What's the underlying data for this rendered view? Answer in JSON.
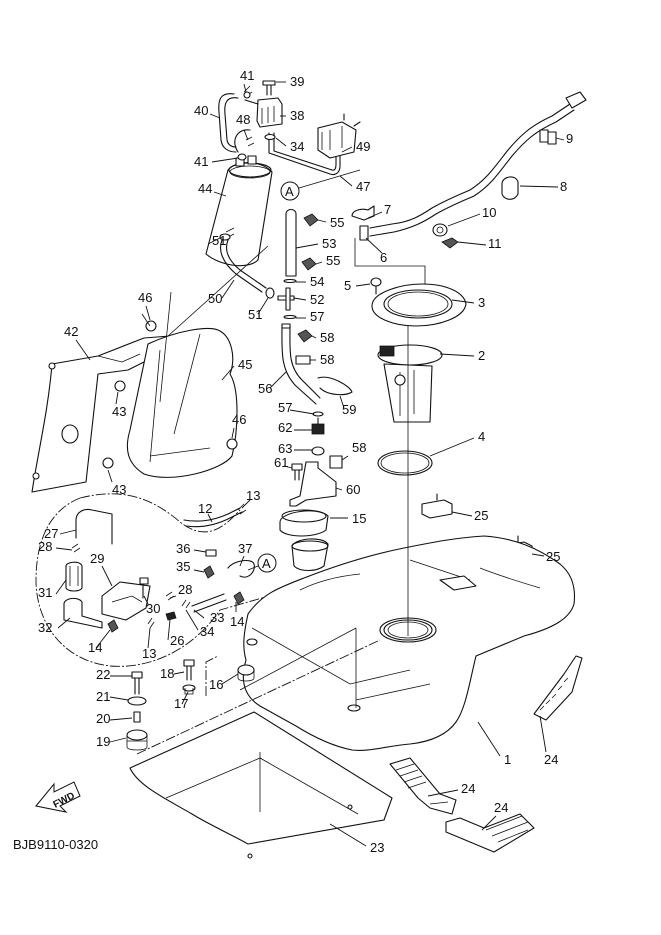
{
  "diagram": {
    "title": "Fuel Tank Exploded Parts Diagram",
    "drawing_code": "BJB9110-0320",
    "direction_indicator": "FWD",
    "reference_marker": "A",
    "callouts": [
      {
        "id": "c1",
        "label": "1"
      },
      {
        "id": "c2",
        "label": "2"
      },
      {
        "id": "c3",
        "label": "3"
      },
      {
        "id": "c4",
        "label": "4"
      },
      {
        "id": "c5",
        "label": "5"
      },
      {
        "id": "c6",
        "label": "6"
      },
      {
        "id": "c7",
        "label": "7"
      },
      {
        "id": "c8",
        "label": "8"
      },
      {
        "id": "c9",
        "label": "9"
      },
      {
        "id": "c10",
        "label": "10"
      },
      {
        "id": "c11",
        "label": "11"
      },
      {
        "id": "c12",
        "label": "12"
      },
      {
        "id": "c13a",
        "label": "13"
      },
      {
        "id": "c13b",
        "label": "13"
      },
      {
        "id": "c14a",
        "label": "14"
      },
      {
        "id": "c14b",
        "label": "14"
      },
      {
        "id": "c15",
        "label": "15"
      },
      {
        "id": "c16",
        "label": "16"
      },
      {
        "id": "c17",
        "label": "17"
      },
      {
        "id": "c18",
        "label": "18"
      },
      {
        "id": "c19",
        "label": "19"
      },
      {
        "id": "c20",
        "label": "20"
      },
      {
        "id": "c21",
        "label": "21"
      },
      {
        "id": "c22",
        "label": "22"
      },
      {
        "id": "c23",
        "label": "23"
      },
      {
        "id": "c24a",
        "label": "24"
      },
      {
        "id": "c24b",
        "label": "24"
      },
      {
        "id": "c24c",
        "label": "24"
      },
      {
        "id": "c25a",
        "label": "25"
      },
      {
        "id": "c25b",
        "label": "25"
      },
      {
        "id": "c26",
        "label": "26"
      },
      {
        "id": "c27",
        "label": "27"
      },
      {
        "id": "c28a",
        "label": "28"
      },
      {
        "id": "c28b",
        "label": "28"
      },
      {
        "id": "c29",
        "label": "29"
      },
      {
        "id": "c30",
        "label": "30"
      },
      {
        "id": "c31",
        "label": "31"
      },
      {
        "id": "c32",
        "label": "32"
      },
      {
        "id": "c33",
        "label": "33"
      },
      {
        "id": "c34a",
        "label": "34"
      },
      {
        "id": "c34b",
        "label": "34"
      },
      {
        "id": "c35",
        "label": "35"
      },
      {
        "id": "c36",
        "label": "36"
      },
      {
        "id": "c37",
        "label": "37"
      },
      {
        "id": "c38",
        "label": "38"
      },
      {
        "id": "c39",
        "label": "39"
      },
      {
        "id": "c40",
        "label": "40"
      },
      {
        "id": "c41a",
        "label": "41"
      },
      {
        "id": "c41b",
        "label": "41"
      },
      {
        "id": "c42",
        "label": "42"
      },
      {
        "id": "c43a",
        "label": "43"
      },
      {
        "id": "c43b",
        "label": "43"
      },
      {
        "id": "c44",
        "label": "44"
      },
      {
        "id": "c45",
        "label": "45"
      },
      {
        "id": "c46a",
        "label": "46"
      },
      {
        "id": "c46b",
        "label": "46"
      },
      {
        "id": "c47",
        "label": "47"
      },
      {
        "id": "c48",
        "label": "48"
      },
      {
        "id": "c49",
        "label": "49"
      },
      {
        "id": "c50",
        "label": "50"
      },
      {
        "id": "c51a",
        "label": "51"
      },
      {
        "id": "c51b",
        "label": "51"
      },
      {
        "id": "c52",
        "label": "52"
      },
      {
        "id": "c53",
        "label": "53"
      },
      {
        "id": "c54",
        "label": "54"
      },
      {
        "id": "c55a",
        "label": "55"
      },
      {
        "id": "c55b",
        "label": "55"
      },
      {
        "id": "c56",
        "label": "56"
      },
      {
        "id": "c57a",
        "label": "57"
      },
      {
        "id": "c57b",
        "label": "57"
      },
      {
        "id": "c58a",
        "label": "58"
      },
      {
        "id": "c58b",
        "label": "58"
      },
      {
        "id": "c58c",
        "label": "58"
      },
      {
        "id": "c59",
        "label": "59"
      },
      {
        "id": "c60",
        "label": "60"
      },
      {
        "id": "c61",
        "label": "61"
      },
      {
        "id": "c62",
        "label": "62"
      },
      {
        "id": "c63",
        "label": "63"
      }
    ]
  }
}
